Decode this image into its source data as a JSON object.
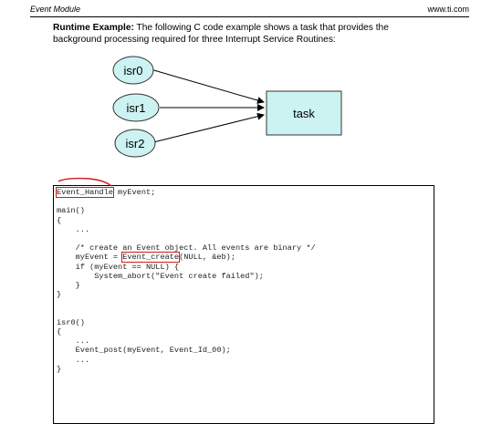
{
  "header": {
    "left": "Event Module",
    "right": "www.ti.com"
  },
  "intro": {
    "lead": "Runtime Example:",
    "text": " The following C code example shows a task that provides the background processing required for three Interrupt Service Routines:"
  },
  "diagram": {
    "nodes": {
      "isr0": "isr0",
      "isr1": "isr1",
      "isr2": "isr2",
      "task": "task"
    },
    "colors": {
      "fill": "#ccf2f2",
      "stroke": "#333333"
    }
  },
  "code": {
    "l1a": "Event_Handle",
    "l1b": " myEvent;",
    "l2": "",
    "l3": "main()",
    "l4": "{",
    "l5": "    ...",
    "l6": "",
    "l7": "    /* create an Event object. All events are binary */",
    "l8a": "    myEvent = ",
    "l8b": "Event_create",
    "l8c": "(NULL, &eb);",
    "l9": "    if (myEvent == NULL) {",
    "l10": "        System_abort(\"Event create failed\");",
    "l11": "    }",
    "l12": "}",
    "l13": "",
    "l14": "",
    "l15": "isr0()",
    "l16": "{",
    "l17": "    ...",
    "l18": "    Event_post(myEvent, Event_Id_00);",
    "l19": "    ...",
    "l20": "}"
  },
  "highlight_color": "#d11919"
}
